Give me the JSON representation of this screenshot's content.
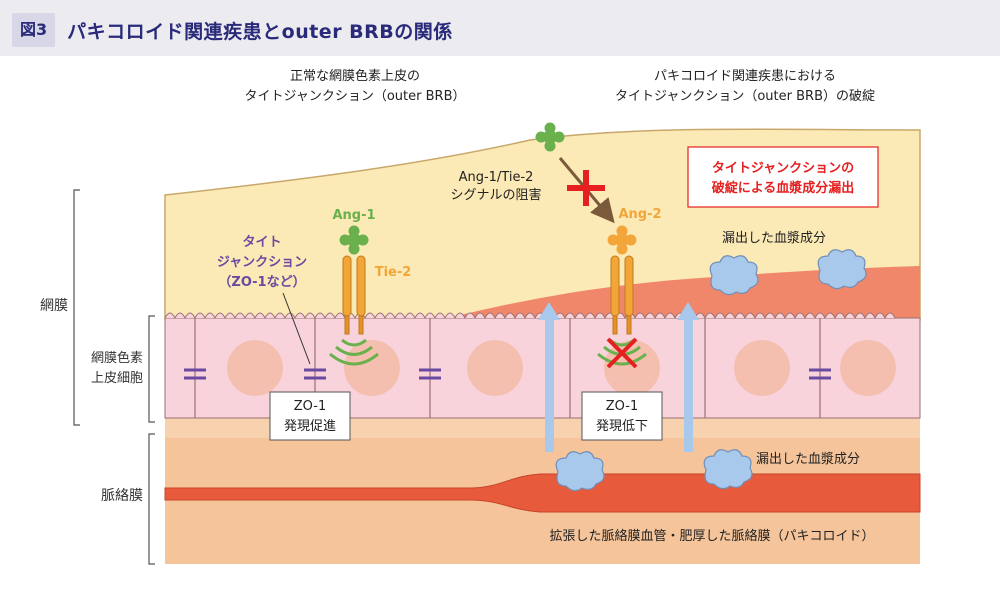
{
  "figure": {
    "number": "図3",
    "title": "パキコロイド関連疾患とouter BRBの関係"
  },
  "captions": {
    "normal": [
      "正常な網膜色素上皮の",
      "タイトジャンクション（outer BRB）"
    ],
    "disease": [
      "パキコロイド関連疾患における",
      "タイトジャンクション（outer BRB）の破綻"
    ]
  },
  "labels": {
    "retina": "網膜",
    "rpe": [
      "網膜色素",
      "上皮細胞"
    ],
    "choroid": "脈絡膜",
    "ang1": "Ang-1",
    "tie2": "Tie-2",
    "ang2": "Ang-2",
    "tight_junction": [
      "タイト",
      "ジャンクション",
      "（ZO-1など）"
    ],
    "signal_block": [
      "Ang-1/Tie-2",
      "シグナルの阻害"
    ],
    "leak_box": [
      "タイトジャンクションの",
      "破綻による血漿成分漏出"
    ],
    "plasma_upper": "漏出した血漿成分",
    "plasma_lower": "漏出した血漿成分",
    "zo1_up": [
      "ZO-1",
      "発現促進"
    ],
    "zo1_down": [
      "ZO-1",
      "発現低下"
    ],
    "bottom": "拡張した脈絡膜血管・肥厚した脈絡膜（パキコロイド）"
  },
  "colors": {
    "title": "#2a2a7a",
    "retina": "#fbe9b6",
    "choroid": "#f5c49a",
    "vessel": "#e85a3c",
    "cell": "#f8d3dc",
    "nucleus": "#f5bfb0",
    "green": "#6ab04c",
    "orange": "#f2a63a",
    "purple": "#6a4aa0",
    "red": "#e62020",
    "arrow": "#a8c8ec"
  }
}
